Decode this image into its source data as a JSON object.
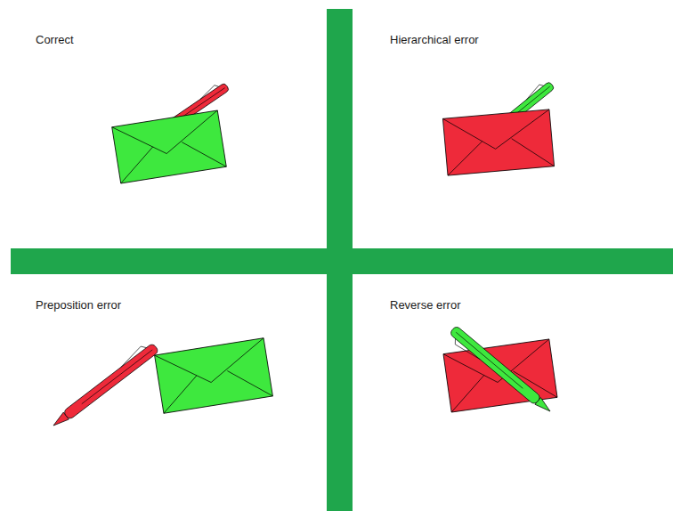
{
  "diagram": {
    "labels": [
      "Correct",
      "Hierarchical error",
      "Preposition error",
      "Reverse error"
    ]
  }
}
